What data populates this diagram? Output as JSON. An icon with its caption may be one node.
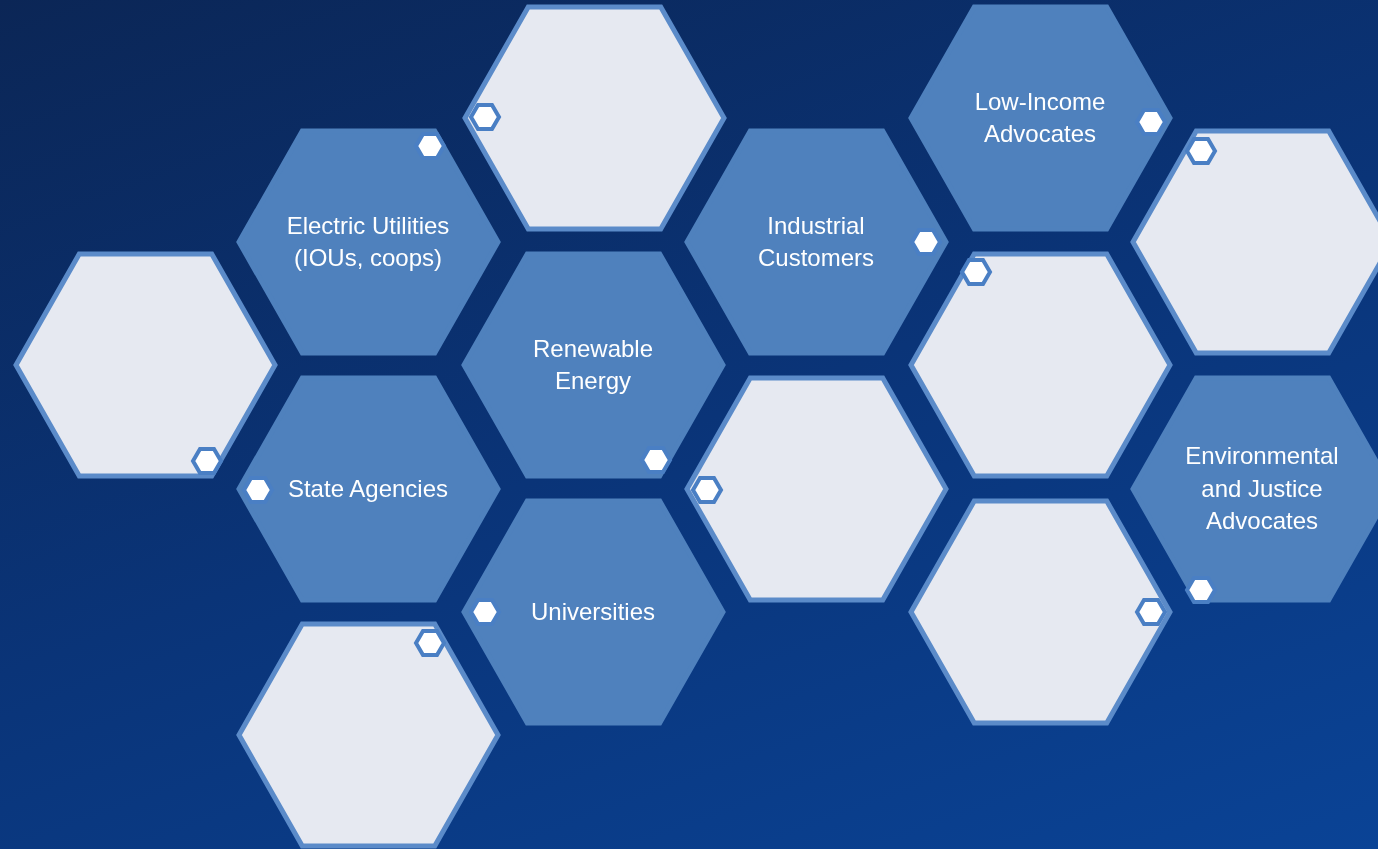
{
  "diagram": {
    "nodes": [
      {
        "text": [],
        "shape": "hexagon"
      },
      {
        "text": [
          "Low-Income Advocates"
        ]
      },
      {
        "text": [
          "Electric Utilities (IOUs, coops)"
        ]
      },
      {
        "text": [
          "Industrial Customers"
        ]
      },
      {
        "text": [],
        "shape": "hexagon"
      },
      {
        "text": [],
        "shape": "hexagon"
      },
      {
        "text": [
          "Renewable Energy"
        ]
      },
      {
        "text": [],
        "shape": "hexagon"
      },
      {
        "text": [
          "State Agencies"
        ]
      },
      {
        "text": [],
        "shape": "hexagon"
      },
      {
        "text": [
          "Environmental and Justice Advocates"
        ]
      },
      {
        "text": [
          "Universities"
        ]
      },
      {
        "text": [],
        "shape": "hexagon"
      },
      {
        "text": [],
        "shape": "hexagon"
      }
    ]
  }
}
